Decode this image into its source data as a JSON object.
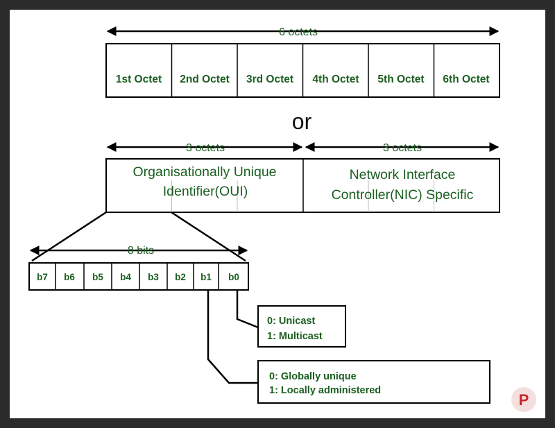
{
  "colors": {
    "frame": "#2b2b2b",
    "line": "#000000",
    "text_green": "#1b5e20",
    "text_dark": "#111111",
    "badge": "#f4dede",
    "badge_glyph": "#c62828"
  },
  "top": {
    "span_label": "6 octets",
    "octets": [
      "1st Octet",
      "2nd Octet",
      "3rd Octet",
      "4th Octet",
      "5th Octet",
      "6th Octet"
    ]
  },
  "or_label": "or",
  "split": {
    "left_span_label": "3 octets",
    "right_span_label": "3 octets",
    "oui_line1": "Organisationally Unique",
    "oui_line2": "Identifier(OUI)",
    "nic_line1": "Network Interface",
    "nic_line2": "Controller(NIC) Specific"
  },
  "bits": {
    "span_label": "8 bits",
    "cells": [
      "b7",
      "b6",
      "b5",
      "b4",
      "b3",
      "b2",
      "b1",
      "b0"
    ]
  },
  "b0_box": {
    "line1": "0: Unicast",
    "line2": "1: Multicast"
  },
  "b1_box": {
    "line1": "0: Globally unique",
    "line2": "1: Locally administered"
  },
  "badge": {
    "icon": "pinterest-icon",
    "glyph": "P"
  }
}
